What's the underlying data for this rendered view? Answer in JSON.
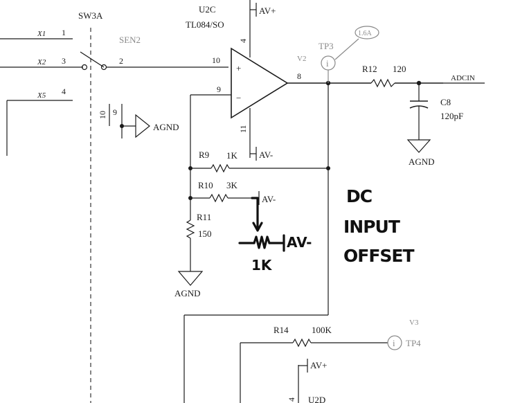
{
  "switch": {
    "ref": "SW3A",
    "net_label": "SEN2",
    "pin_1": "1",
    "pin_3": "3",
    "pin_4": "4",
    "pin_2": "2",
    "pin_10": "10",
    "pin_9": "9"
  },
  "inputs": {
    "x1": "X1",
    "x2": "X2",
    "x5": "X5"
  },
  "opamp": {
    "ref": "U2C",
    "part": "TL084/SO",
    "plus": "+",
    "minus": "−",
    "pin_in_plus": "10",
    "pin_in_minus": "9",
    "pin_out": "8",
    "pin_vplus": "4",
    "pin_vminus": "11"
  },
  "supply": {
    "av_plus": "AV+",
    "av_minus": "AV-",
    "agnd": "AGND"
  },
  "test_point": {
    "ref": "TP3",
    "node": "V2",
    "glyph": "i",
    "bubble": "1.6A"
  },
  "r12": {
    "ref": "R12",
    "value": "120"
  },
  "output_net": "ADCIN",
  "c8": {
    "ref": "C8",
    "value": "120pF"
  },
  "r9": {
    "ref": "R9",
    "value": "1K"
  },
  "r10": {
    "ref": "R10",
    "value": "3K"
  },
  "r11": {
    "ref": "R11",
    "value": "150"
  },
  "handwritten": {
    "line1": "DC",
    "line2": "INPUT",
    "line3": "OFFSET",
    "label_av": "AV-",
    "label_1k": "1K"
  },
  "lower": {
    "node": "V3",
    "tp_ref": "TP4",
    "glyph": "i",
    "r14_ref": "R14",
    "r14_value": "100K",
    "av_plus": "AV+",
    "pin_4": "4",
    "u2d": "U2D"
  }
}
